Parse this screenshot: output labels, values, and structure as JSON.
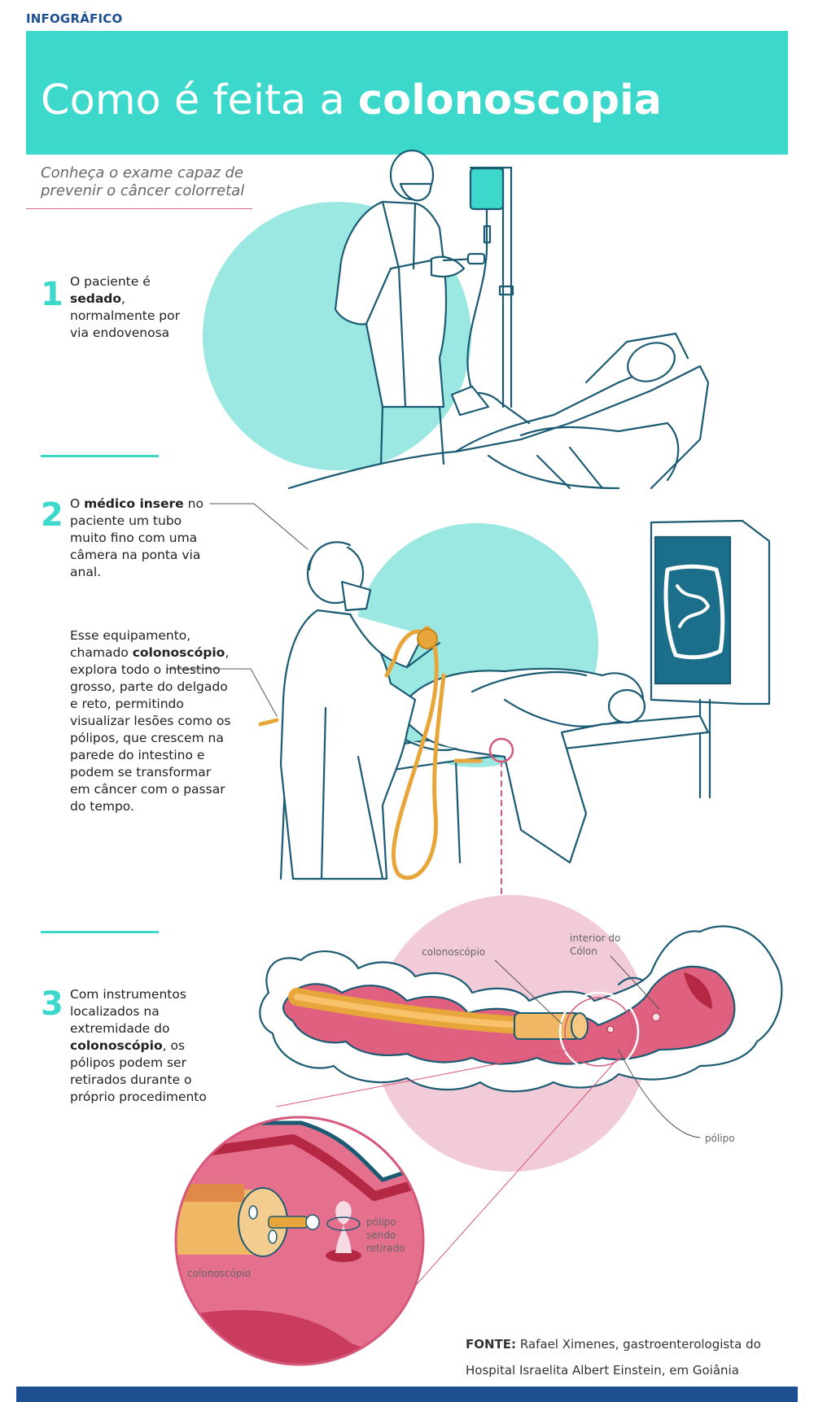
{
  "kicker": "INFOGRÁFICO",
  "title": {
    "regular": "Como é feita a ",
    "bold": "colonoscopia"
  },
  "subtitle": "Conheça o exame capaz de prevenir o câncer colorretal",
  "steps": [
    {
      "number": "1",
      "parts": [
        "O paciente é ",
        "sedado",
        ", normalmente por via endovenosa"
      ]
    },
    {
      "number": "2",
      "parts": [
        "O ",
        "médico insere",
        " no paciente um tubo muito fino com uma câmera na ponta via anal."
      ]
    },
    {
      "number": "3",
      "parts": [
        "Com instrumentos localizados na extremidade do ",
        "colonoscópio",
        ", os pólipos podem ser retirados durante o próprio procedimento"
      ]
    }
  ],
  "step2_extra": {
    "parts": [
      "Esse equipamento, chamado ",
      "colonoscópio",
      ", explora todo o intestino grosso, parte do delgado e reto, permitindo visualizar lesões como os pólipos, que crescem na parede do intestino e podem se transformar em câncer com o passar do tempo."
    ]
  },
  "labels": {
    "colonoscope": "colonoscópio",
    "colon_interior": "interior do Cólon",
    "polyp": "pólipo",
    "polyp_removed": "pólipo sendo retirado",
    "colonoscope_zoom": "colonoscópio"
  },
  "source": {
    "label": "FONTE:",
    "text": "Rafael Ximenes, gastroenterologista do Hospital Israelita Albert Einstein, em Goiânia"
  },
  "colors": {
    "teal": "#3dd8cc",
    "navy": "#1d4f91",
    "outline": "#1b5a73",
    "pink": "#d6587b",
    "tube": "#e8a63a"
  },
  "icons": [
    "doctor-illustration",
    "iv-drip-icon",
    "patient-bed-illustration",
    "monitor-intestine-icon",
    "colon-cross-section",
    "magnifier-zoom-circle"
  ]
}
